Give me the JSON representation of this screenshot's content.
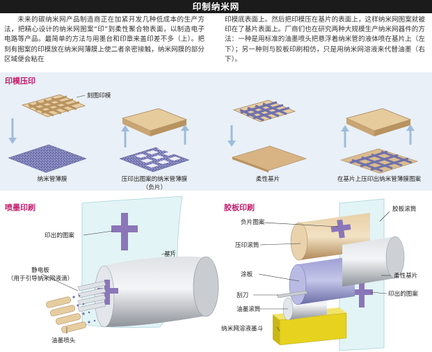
{
  "title": "印制纳米网",
  "intro_left": "未来的碳纳米网产品制造商正在加紧开发几种低成本的生产方法，把精心设计的纳米网图案“印”到柔性聚合物表面，以制造电子电路等产品。最简单的方法与用墨台和印章来盖印差不多（上）。把刻有图案的印模放在纳米网薄膜上使二者亲密接触，纳米网膜的部分区域便会粘在",
  "intro_right": "印模底表面上。然后把印模压在基片的表面上，这样纳米网图案就被印在了基片表面上。厂商们也在研究两种大规模生产纳米网器件的方法：一种是用标准的油墨喷头把悬浮着纳米管的液体喷在基片上（左下）；另一种则与胶板印刷相仿，只是用纳米网溶液来代替油墨（右下）。",
  "stamp": {
    "heading": "印模压印",
    "mold_label": "刻图印模",
    "film_label": "纳米管薄膜",
    "pressed_label_1": "压印出图案的纳米管薄膜",
    "pressed_label_2": "（负片）",
    "substrate_label": "柔性基片",
    "result_label": "在基片上压印出纳米管薄膜图案"
  },
  "inkjet": {
    "heading": "喷墨印刷",
    "printed_label": "印出的图案",
    "substrate_label": "基片",
    "plate_label_1": "静电板",
    "plate_label_2": "（用于引导纳米网液滴）",
    "nozzle_label": "油墨喷头"
  },
  "offset": {
    "heading": "胶板印刷",
    "plate_cyl_label": "胶板滚筒",
    "negative_label": "负片图案",
    "impression_label": "压印滚筒",
    "blanket_label": "涂板",
    "flexible_label": "柔性基片",
    "blade_label": "刮刀",
    "printed_label": "印出的图案",
    "ink_roller_label": "油墨滚筒",
    "reservoir_label": "纳米网溶液墨斗"
  },
  "colors": {
    "title_bar": "#1b1b1b",
    "heading": "#c4206e",
    "band": "#e9f0f7",
    "nanotube": "#7d7fb5",
    "mold": "#d9b98e",
    "arrow": "#9ebcd9",
    "roller": "#b8bcc3",
    "pattern": "#8a76b8",
    "reservoir": "#e6d21f"
  }
}
